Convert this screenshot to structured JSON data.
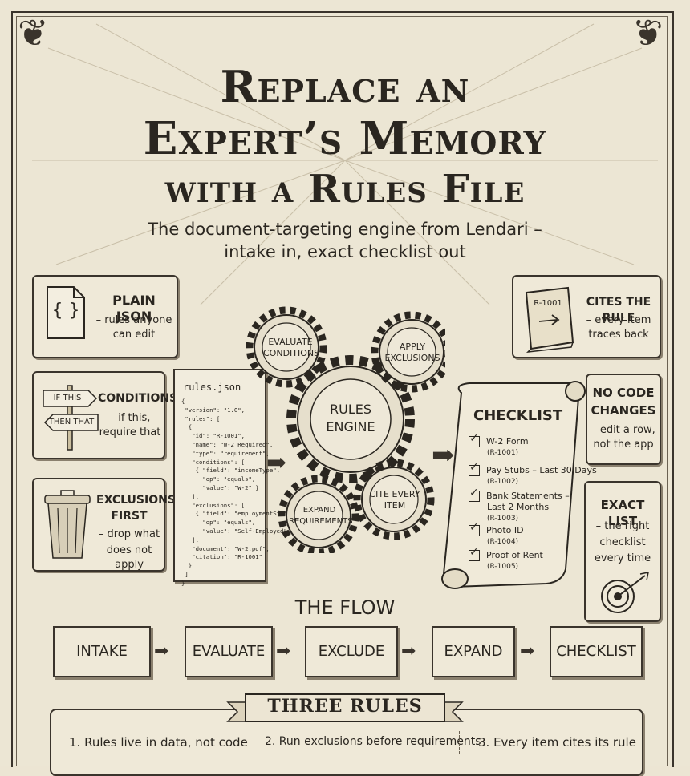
{
  "title": {
    "line1": "Replace an",
    "line2": "Expert’s Memory",
    "line3": "with a Rules File"
  },
  "subtitle": {
    "line1": "The document-targeting engine from Lendari –",
    "line2": "intake in, exact checklist out"
  },
  "left_cards": [
    {
      "icon": "json-file-icon",
      "glyph": "{ }",
      "head": "PLAIN JSON",
      "text1": "– rules anyone",
      "text2": "can edit"
    },
    {
      "icon": "signpost-icon",
      "sign1": "IF THIS",
      "sign2": "THEN THAT",
      "head": "CONDITIONS",
      "text1": "– if this,",
      "text2": "require that"
    },
    {
      "icon": "trash-can-icon",
      "head1": "EXCLUSIONS",
      "head2": "FIRST",
      "text1": "– drop what",
      "text2": "does not apply"
    }
  ],
  "right_cards": [
    {
      "icon": "rule-book-icon",
      "book_label": "R-1001",
      "head": "CITES THE RULE",
      "text1": "– every item",
      "text2": "traces back"
    },
    {
      "head1": "NO CODE",
      "head2": "CHANGES",
      "text1": "– edit a row,",
      "text2": "not the app"
    },
    {
      "icon": "target-icon",
      "head": "EXACT LIST",
      "text1": "– the right",
      "text2": "checklist",
      "text3": "every time"
    }
  ],
  "code_file": {
    "name": "rules.json",
    "body": "{\n \"version\": \"1.0\",\n \"rules\": [\n  {\n   \"id\": \"R-1001\",\n   \"name\": \"W-2 Required\",\n   \"type\": \"requirement\",\n   \"conditions\": [\n    { \"field\": \"incomeType\",\n      \"op\": \"equals\",\n      \"value\": \"W-2\" }\n   ],\n   \"exclusions\": [\n    { \"field\": \"employmentStatus\",\n      \"op\": \"equals\",\n      \"value\": \"Self-Employed\" }\n   ],\n   \"document\": \"W-2.pdf\",\n   \"citation\": \"R-1001\"\n  }\n ]\n}"
  },
  "gears": {
    "center": "RULES ENGINE",
    "top_left": "EVALUATE CONDITIONS",
    "top_right": "APPLY EXCLUSIONS",
    "bottom_left": "EXPAND REQUIREMENTS",
    "bottom_right": "CITE EVERY ITEM"
  },
  "checklist": {
    "title": "CHECKLIST",
    "items": [
      {
        "name": "W-2 Form",
        "id": "(R-1001)"
      },
      {
        "name": "Pay Stubs – Last 30 Days",
        "id": "(R-1002)"
      },
      {
        "name": "Bank Statements –",
        "name2": "Last 2 Months",
        "id": "(R-1003)"
      },
      {
        "name": "Photo ID",
        "id": "(R-1004)"
      },
      {
        "name": "Proof of Rent",
        "id": "(R-1005)"
      }
    ]
  },
  "flow": {
    "heading": "THE FLOW",
    "steps": [
      "INTAKE",
      "EVALUATE",
      "EXCLUDE",
      "EXPAND",
      "CHECKLIST"
    ]
  },
  "rules": {
    "heading": "THREE RULES",
    "items": [
      "1. Rules live in data, not code",
      "2. Run exclusions before requirements",
      "3. Every item cites its rule"
    ]
  }
}
